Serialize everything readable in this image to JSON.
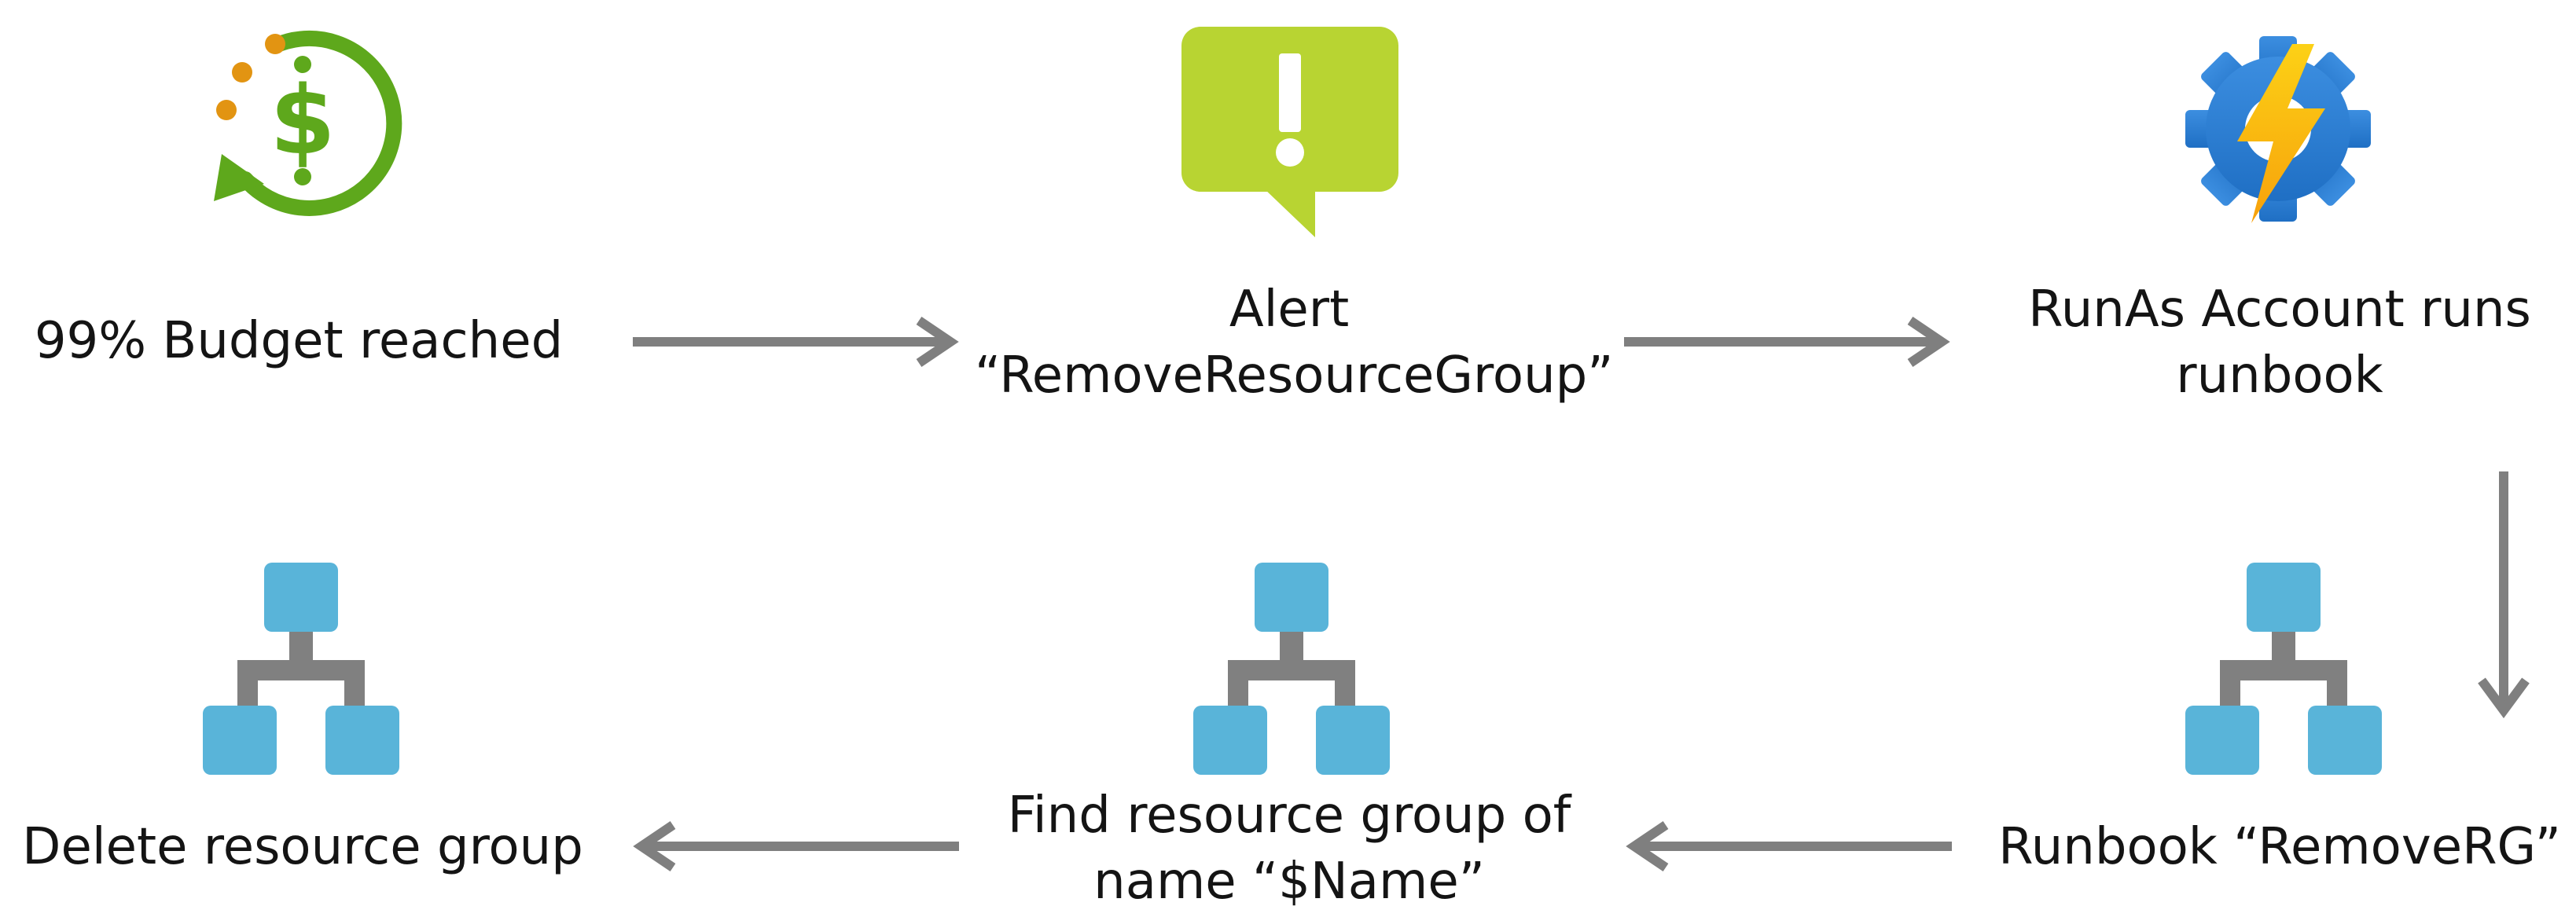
{
  "steps": {
    "budget": {
      "line1": "99% Budget reached",
      "icon": "budget-cost-icon"
    },
    "alert": {
      "line1": "Alert",
      "line2": "“RemoveResourceGroup”",
      "icon": "alert-speech-bubble-icon"
    },
    "runas": {
      "line1": "RunAs Account runs",
      "line2": "runbook",
      "icon": "automation-gear-bolt-icon"
    },
    "runbook": {
      "line1": "Runbook “RemoveRG”",
      "icon": "resource-group-hierarchy-icon"
    },
    "find": {
      "line1": "Find resource group of",
      "line2": "name “$Name”",
      "icon": "resource-group-hierarchy-icon"
    },
    "delete": {
      "line1": "Delete resource group",
      "icon": "resource-group-hierarchy-icon"
    }
  },
  "colors": {
    "text": "#141414",
    "arrow": "#7f7f7f",
    "budget_green": "#5ea81c",
    "budget_orange": "#e29412",
    "alert_green": "#b8d432",
    "gear_blue": "#2f80d8",
    "bolt_yellow": "#fcd116",
    "hierarchy_blue": "#59b4d9",
    "hierarchy_gray": "#808080"
  }
}
